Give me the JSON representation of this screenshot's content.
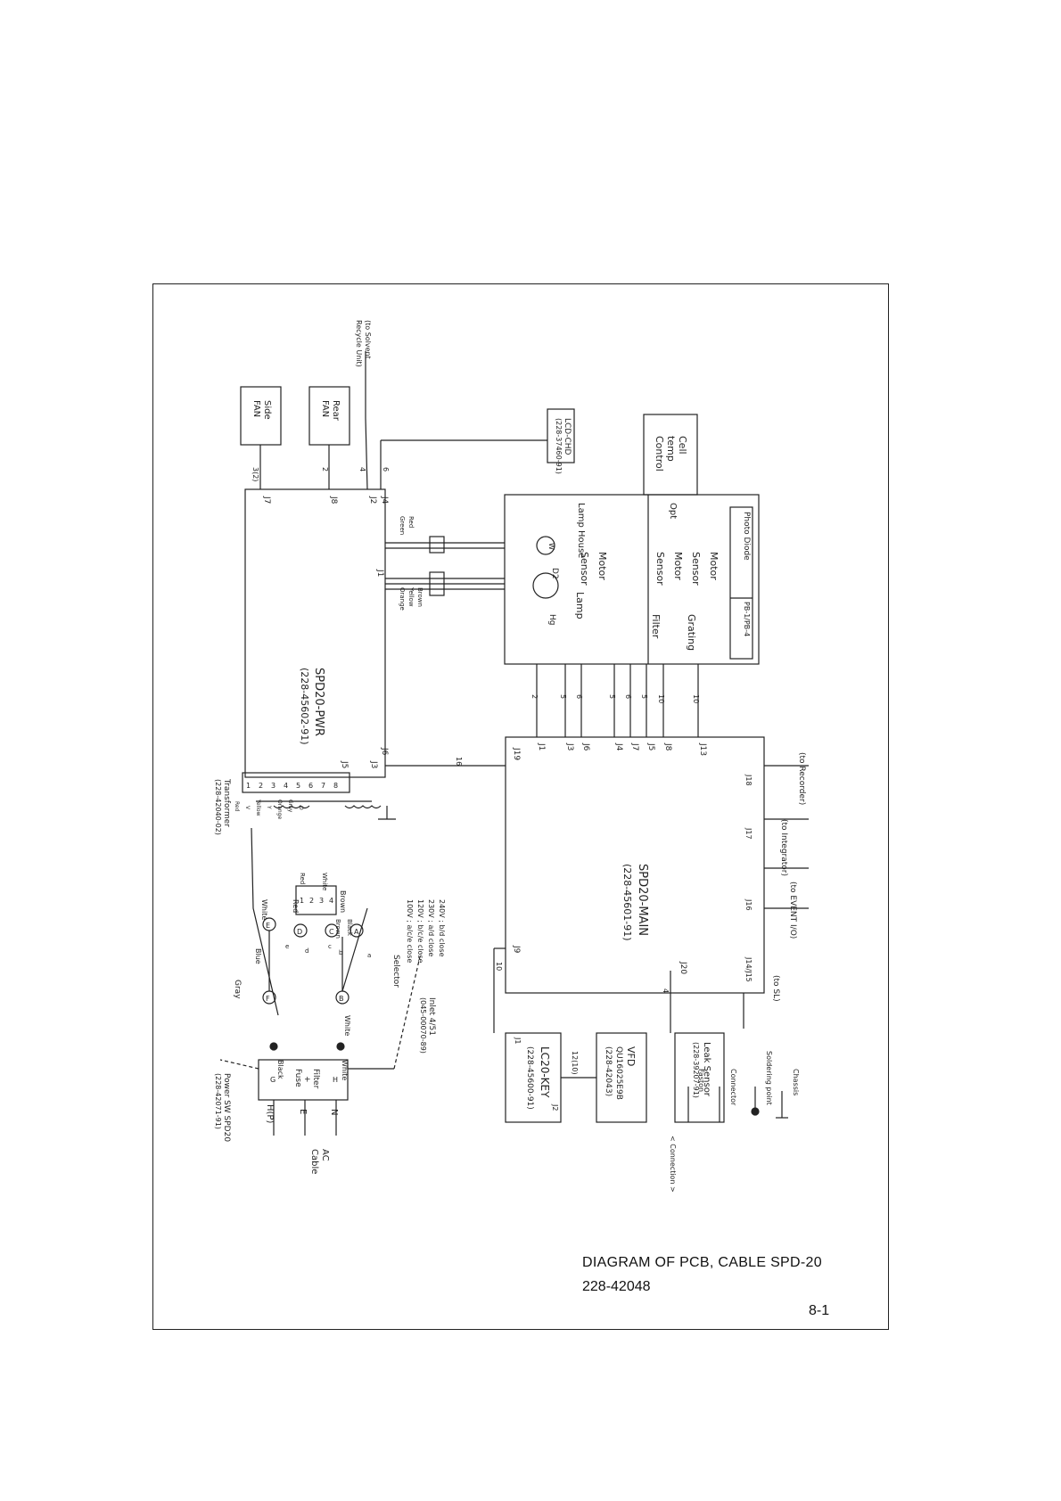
{
  "caption": {
    "title": "DIAGRAM OF PCB, CABLE SPD-20",
    "part_number": "228-42048",
    "page": "8-1"
  },
  "boards": {
    "pwr": {
      "name": "SPD20-PWR",
      "part": "(228-45602-91)"
    },
    "main": {
      "name": "SPD20-MAIN",
      "part": "(228-45601-91)"
    },
    "key": {
      "name": "LC20-KEY",
      "part": "(228-45600-91)"
    },
    "lcd": {
      "name": "LCD-CHD",
      "part": "(228-37460-91)"
    },
    "vfd": {
      "name": "VFD",
      "line2": "QU16025E9B",
      "line3": "(228-42043)"
    },
    "leak": {
      "name": "Leak Sensor",
      "part": "(228-39207-91)"
    },
    "cell": {
      "line1": "Cell",
      "line2": "temp",
      "line3": "Control"
    },
    "side_fan": {
      "line1": "Side",
      "line2": "FAN"
    },
    "rear_fan": {
      "line1": "Rear",
      "line2": "FAN"
    },
    "solvent": {
      "line1": "(to Solvent",
      "line2": "Recycle Unit)"
    },
    "transformer": {
      "name": "Transformer",
      "part": "(228-42040-02)"
    },
    "power_sw": {
      "name": "Power SW SPD20",
      "part": "(228-42071-91)"
    },
    "inlet": {
      "name": "Inlet 4/51",
      "part": "(045-00070-89)"
    },
    "ac_cable": {
      "line1": "AC",
      "line2": "Cable"
    },
    "filter": {
      "line1": "Filter",
      "line2": "+",
      "line3": "Fuse"
    },
    "optics": {
      "lamp_house": "Lamp House",
      "opt": "Opt",
      "photo_diode": "Photo Diode",
      "pb": "PB-1/PB-4"
    }
  },
  "connectors": {
    "pwr": [
      "J7",
      "J8",
      "J2",
      "J4",
      "J1",
      "J5",
      "J3",
      "J6"
    ],
    "main_top": [
      "J1",
      "J3",
      "J6",
      "J4",
      "J7",
      "J5",
      "J8",
      "J13"
    ],
    "main_left": [
      "J19"
    ],
    "main_right": [
      "J9",
      "J20"
    ],
    "main_bottom": [
      "J14/J15",
      "J16",
      "J17",
      "J18"
    ],
    "key": [
      "J1",
      "J2"
    ]
  },
  "wire_counts": {
    "side_fan": "3(2)",
    "rear_fan": "2",
    "solvent": "4",
    "lcd": "6",
    "pwr_main": "16",
    "key": "10",
    "key_vfd": "12(10)",
    "leak": "4",
    "main_top": [
      "2",
      "5",
      "6",
      "5",
      "6",
      "5",
      "10",
      "10"
    ]
  },
  "optics_labels": {
    "hg": "Hg",
    "w": "W",
    "d2": "D2",
    "row1": [
      "Lamp",
      "Sensor",
      "Motor"
    ],
    "row2": [
      "Filter",
      "Sensor",
      "Motor"
    ],
    "row3": [
      "Grating",
      "Sensor",
      "Motor"
    ]
  },
  "cable_colors": [
    "Green",
    "Red",
    "Orange",
    "Yellow",
    "Brown"
  ],
  "terminal_numbers": [
    "1",
    "2",
    "3",
    "4",
    "5",
    "6",
    "7",
    "8"
  ],
  "terminal_colors": [
    "Red",
    "V",
    "Yellow",
    "Y",
    "Orange",
    "Gray",
    "O"
  ],
  "bridge_numbers": [
    "1",
    "2",
    "3",
    "4"
  ],
  "bridge_colors": [
    "Red",
    "White",
    "Brown",
    "Black"
  ],
  "selector": {
    "title": "Selector",
    "lines": [
      "100V ; a/c/e close",
      "120V ; b/c/e close",
      "230V ; a/d close",
      "240V ; b/d close"
    ],
    "contacts": [
      "a",
      "b",
      "c",
      "d",
      "e"
    ]
  },
  "nodes": [
    "A",
    "B",
    "C",
    "D",
    "E",
    "F",
    "G",
    "H"
  ],
  "wire_colors": [
    "Gray",
    "Blue",
    "White",
    "Red",
    "Brown",
    "White",
    "Black",
    "White",
    "White"
  ],
  "ac_lines": [
    "H(P)",
    "E",
    "N"
  ],
  "destinations": [
    "(to SL)",
    "(to EVENT I/O)",
    "(to Integrator)",
    "(to Recorder)"
  ],
  "legend": {
    "title": "< Connection >",
    "items": [
      "Faston",
      "Connector",
      "Soldering point",
      "Chassis"
    ]
  }
}
